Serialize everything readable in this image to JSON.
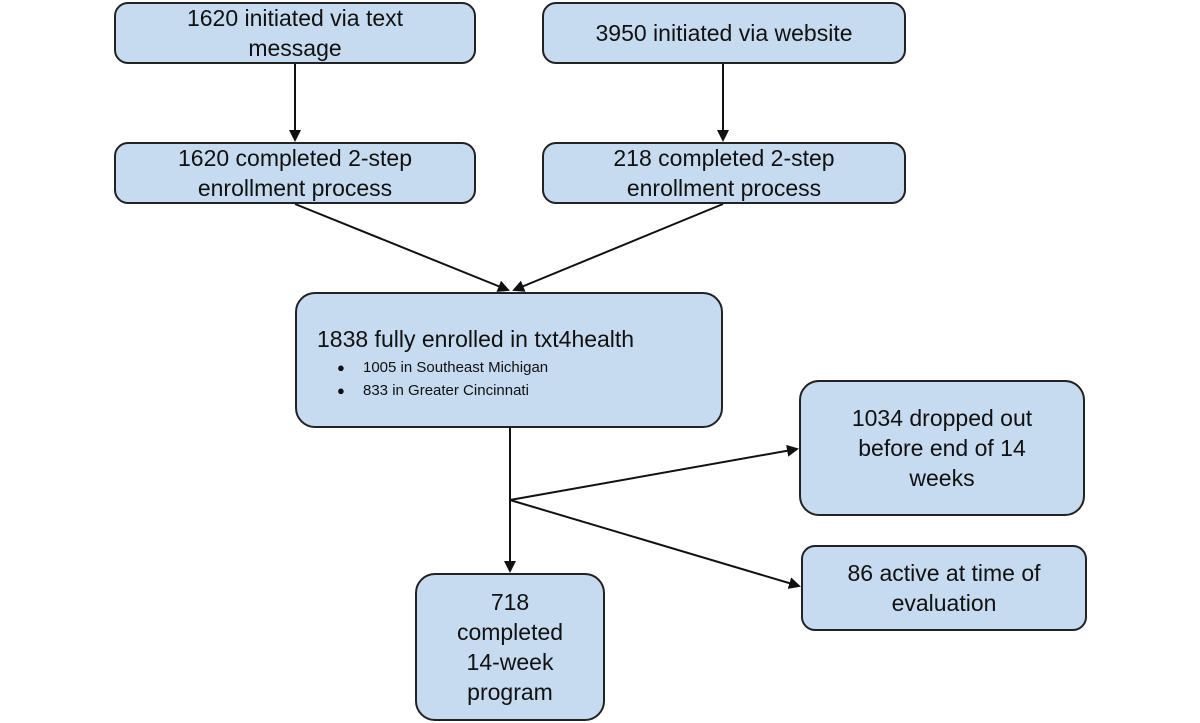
{
  "nodes": {
    "text_initiated": [
      "1620 initiated via text",
      "message"
    ],
    "web_initiated": [
      "3950 initiated via website"
    ],
    "text_completed": [
      "1620 completed 2-step",
      "enrollment process"
    ],
    "web_completed": [
      "218 completed 2-step",
      "enrollment process"
    ],
    "enrolled": {
      "title": "1838 fully enrolled in txt4health",
      "bullets": [
        "1005 in Southeast Michigan",
        "833 in Greater Cincinnati"
      ],
      "bullet_symbol": "●"
    },
    "dropped": [
      "1034 dropped out",
      "before end of 14",
      "weeks"
    ],
    "active": [
      "86 active at time of",
      "evaluation"
    ],
    "completed_program": [
      "718",
      "completed",
      "14-week",
      "program"
    ]
  },
  "colors": {
    "box_fill": "#c6dbf0",
    "box_border": "#222222",
    "arrow": "#111111"
  }
}
